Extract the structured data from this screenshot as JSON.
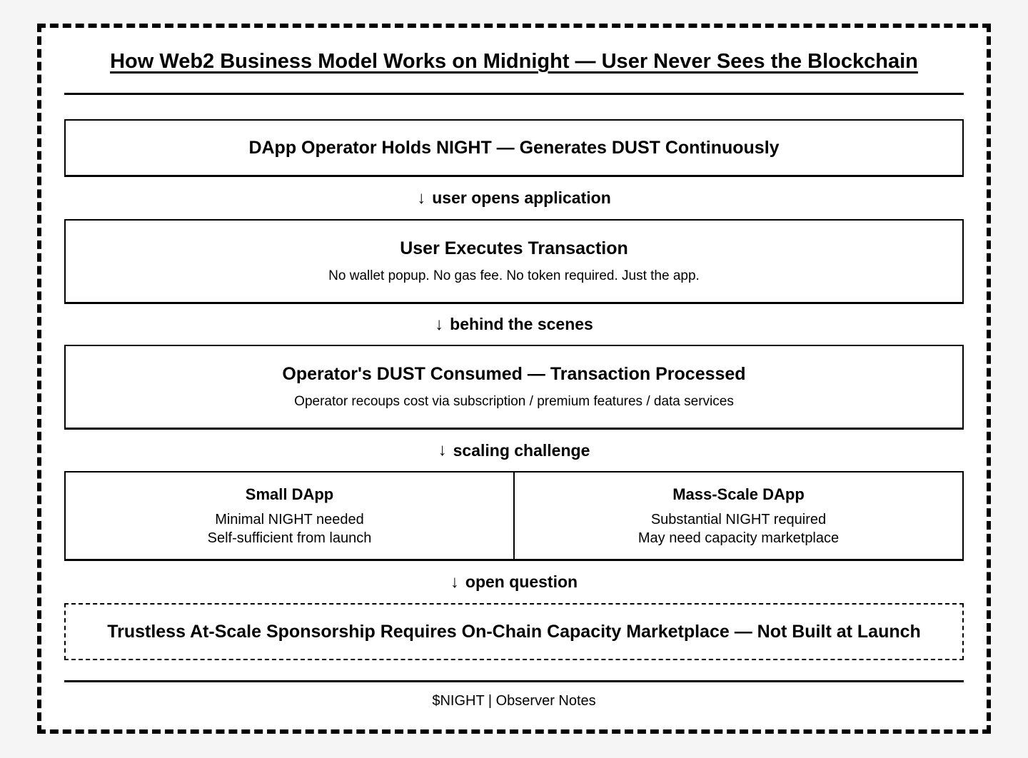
{
  "title": "How Web2 Business Model Works on Midnight — User Never Sees the Blockchain",
  "steps": {
    "operator": {
      "title": "DApp Operator Holds NIGHT — Generates DUST Continuously"
    },
    "user_tx": {
      "title": "User Executes Transaction",
      "subtitle": "No wallet popup. No gas fee. No token required. Just the app."
    },
    "dust_consumed": {
      "title": "Operator's DUST Consumed — Transaction Processed",
      "subtitle": "Operator recoups cost via subscription / premium features / data services"
    }
  },
  "arrows": [
    {
      "icon": "↓",
      "label": "user opens application"
    },
    {
      "icon": "↓",
      "label": "behind the scenes"
    },
    {
      "icon": "↓",
      "label": "scaling challenge"
    },
    {
      "icon": "↓",
      "label": "open question"
    }
  ],
  "comparison": {
    "left": {
      "title": "Small DApp",
      "lines": [
        "Minimal NIGHT needed",
        "Self-sufficient from launch"
      ]
    },
    "right": {
      "title": "Mass-Scale DApp",
      "lines": [
        "Substantial NIGHT required",
        "May need capacity marketplace"
      ]
    }
  },
  "open_question": {
    "title": "Trustless At-Scale Sponsorship Requires On-Chain Capacity Marketplace — Not Built at Launch"
  },
  "footer": "$NIGHT | Observer Notes",
  "colors": {
    "text": "#000000",
    "border": "#000000",
    "canvas": "#ffffff",
    "page_background": "#f5f5f5"
  }
}
